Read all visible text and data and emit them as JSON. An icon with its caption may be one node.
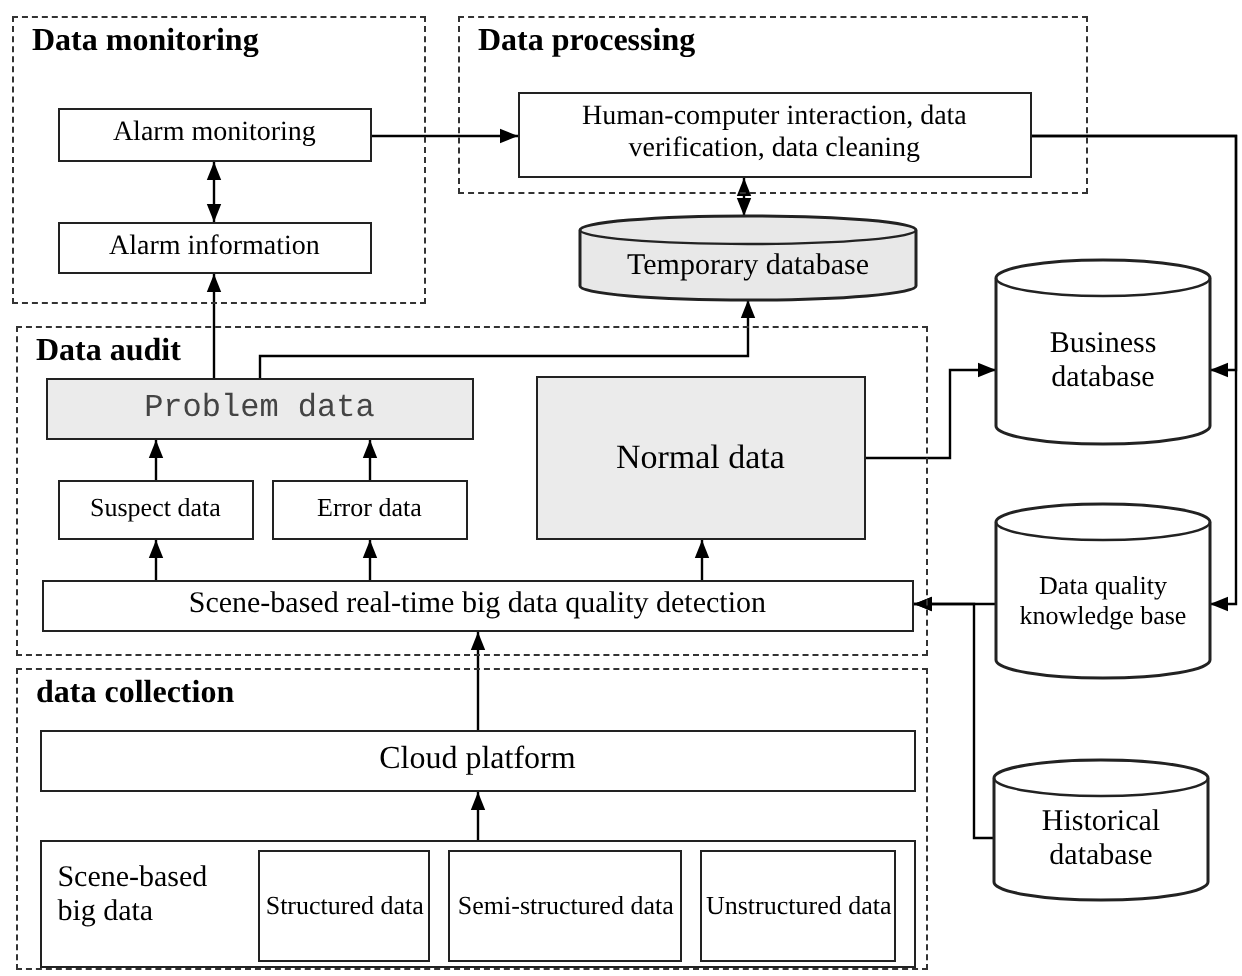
{
  "diagram": {
    "nodes": [
      {
        "text": [
          "Data monitoring"
        ]
      },
      {
        "text": [
          "Alarm monitoring"
        ],
        "in": 0
      },
      {
        "text": [
          "Alarm information"
        ],
        "in": 0
      },
      {
        "text": [
          "Data processing"
        ]
      },
      {
        "text": [
          "Human-computer interaction, data verification, data cleaning"
        ],
        "in": 3
      },
      {
        "text": [
          "Temporary database"
        ]
      },
      {
        "text": [
          "Business database"
        ]
      },
      {
        "text": [
          "Data audit"
        ]
      },
      {
        "text": [
          "Problem data"
        ],
        "in": 7
      },
      {
        "text": [
          "Normal data"
        ],
        "in": 7
      },
      {
        "text": [
          "Suspect data"
        ],
        "in": 7
      },
      {
        "text": [
          "Error data"
        ],
        "in": 7
      },
      {
        "text": [
          "Scene-based real-time big data quality detection"
        ],
        "in": 7
      },
      {
        "text": [
          "Data quality knowledge base"
        ]
      },
      {
        "text": [
          "data collection"
        ]
      },
      {
        "text": [
          "Cloud platform"
        ],
        "in": 14
      },
      {
        "text": [
          "Scene-based big data"
        ],
        "in": 14
      },
      {
        "text": [
          "Structured data"
        ],
        "in": 16
      },
      {
        "text": [
          "Semi-structured data"
        ],
        "in": 16
      },
      {
        "text": [
          "Unstructured data"
        ],
        "in": 16
      },
      {
        "text": [
          "Historical database"
        ]
      }
    ],
    "edges": [
      {
        "from": 1,
        "to": 4,
        "arrow": "to"
      },
      {
        "from": 1,
        "to": 2,
        "arrow": "both"
      },
      {
        "from": 4,
        "to": 5,
        "arrow": "both"
      },
      {
        "from": 8,
        "to": 2,
        "arrow": "to"
      },
      {
        "from": 8,
        "to": 5,
        "arrow": "to"
      },
      {
        "from": 9,
        "to": 6,
        "arrow": "to"
      },
      {
        "from": 4,
        "to": 6,
        "arrow": "to"
      },
      {
        "from": 4,
        "to": 13,
        "arrow": "to"
      },
      {
        "from": 10,
        "to": 8,
        "arrow": "to"
      },
      {
        "from": 11,
        "to": 8,
        "arrow": "to"
      },
      {
        "from": 12,
        "to": 10,
        "arrow": "to"
      },
      {
        "from": 12,
        "to": 11,
        "arrow": "to"
      },
      {
        "from": 12,
        "to": 9,
        "arrow": "to"
      },
      {
        "from": 13,
        "to": 12,
        "arrow": "to"
      },
      {
        "from": 20,
        "to": 12,
        "arrow": "to"
      },
      {
        "from": 15,
        "to": 12,
        "arrow": "to"
      },
      {
        "from": 16,
        "to": 15,
        "arrow": "to"
      }
    ]
  }
}
